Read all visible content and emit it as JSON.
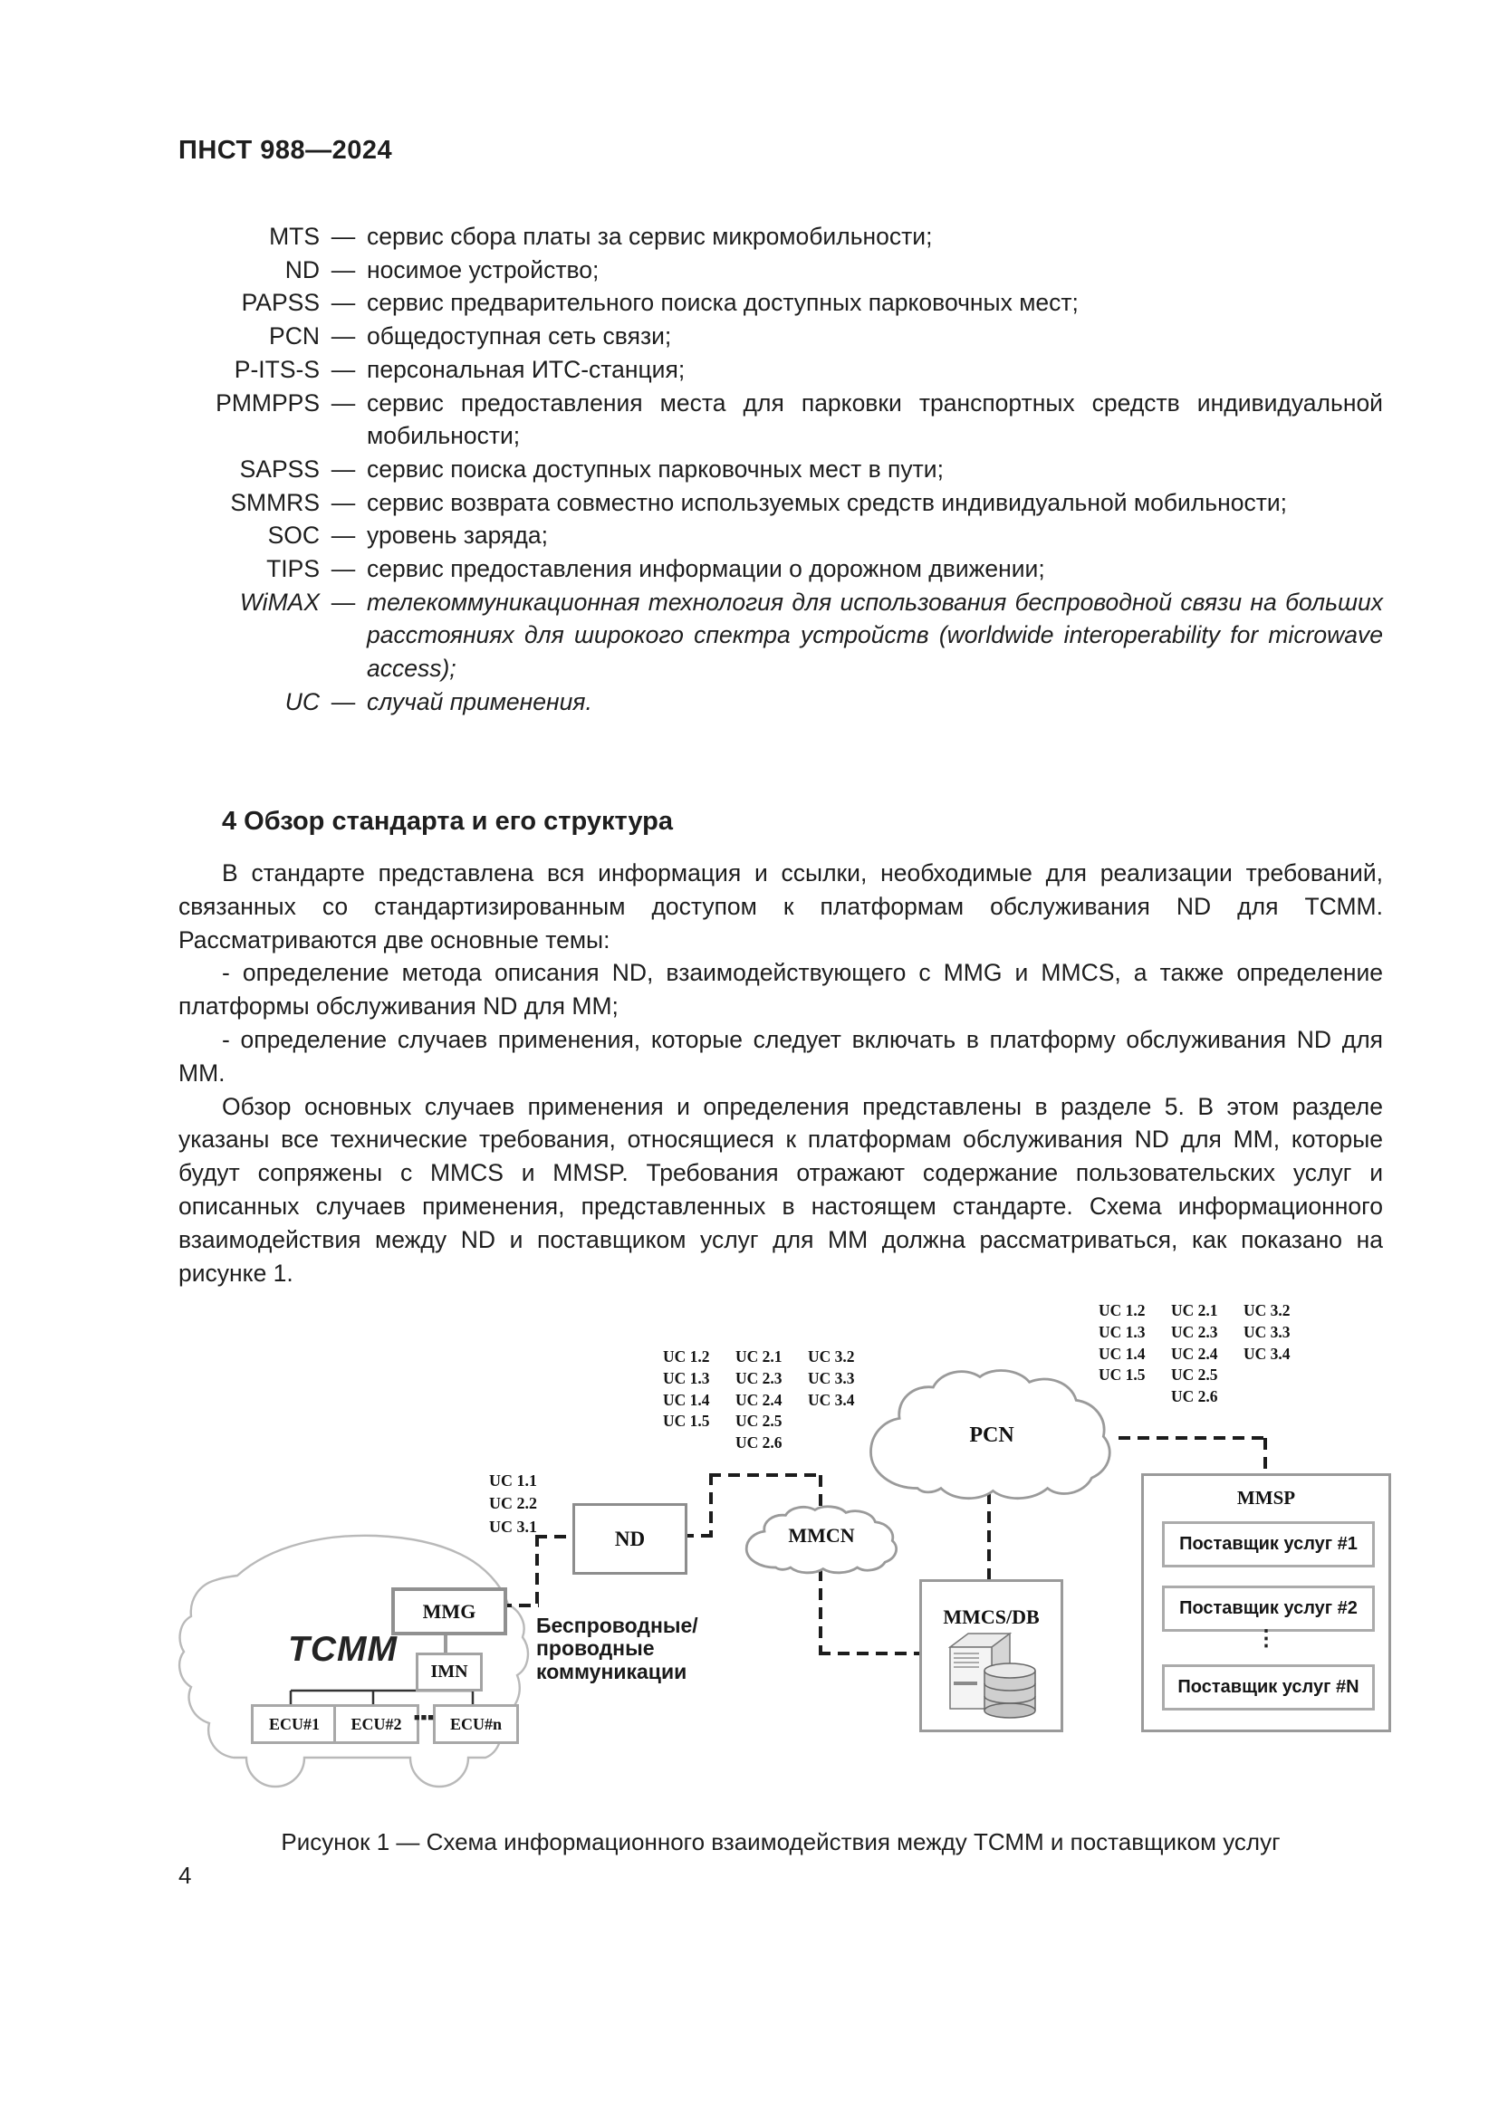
{
  "page": {
    "standard_code": "ПНСТ 988—2024",
    "page_number": "4"
  },
  "list_separator": "—",
  "abbreviations": [
    {
      "term": "MTS",
      "def": "сервис сбора платы за сервис микромобильности;",
      "italic": false
    },
    {
      "term": "ND",
      "def": "носимое устройство;",
      "italic": false
    },
    {
      "term": "PAPSS",
      "def": "сервис предварительного поиска доступных парковочных мест;",
      "italic": false
    },
    {
      "term": "PCN",
      "def": "общедоступная сеть связи;",
      "italic": false
    },
    {
      "term": "P-ITS-S",
      "def": "персональная ИТС-станция;",
      "italic": false
    },
    {
      "term": "PMMPPS",
      "def": "сервис предоставления места для парковки транспортных средств индивидуальной мобильности;",
      "italic": false
    },
    {
      "term": "SAPSS",
      "def": "сервис поиска доступных парковочных мест в пути;",
      "italic": false
    },
    {
      "term": "SMMRS",
      "def": "сервис возврата совместно используемых средств индивидуальной мобильности;",
      "italic": false
    },
    {
      "term": "SOC",
      "def": "уровень заряда;",
      "italic": false
    },
    {
      "term": "TIPS",
      "def": "сервис предоставления информации о дорожном движении;",
      "italic": false
    },
    {
      "term": "WiMAX",
      "def": "телекоммуникационная технология для использования беспроводной связи на больших расстояниях для широкого спектра устройств (worldwide interoperability for microwave access);",
      "italic": true
    },
    {
      "term": "UC",
      "def": "случай применения.",
      "italic": true
    }
  ],
  "section": {
    "heading": "4 Обзор стандарта и его структура",
    "paragraphs": [
      "В стандарте представлена вся информация и ссылки, необходимые для реализации требований, связанных со стандартизированным доступом к платформам обслуживания ND для ТСММ. Рассматриваются две основные темы:",
      "- определение метода описания ND, взаимодействующего с MMG и MMCS, а также определение платформы обслуживания ND для ММ;",
      "- определение случаев применения, которые следует включать в платформу обслуживания ND для ММ.",
      "Обзор основных случаев применения и определения представлены в разделе 5. В этом разделе указаны все технические требования, относящиеся к платформам обслуживания ND для ММ, которые будут сопряжены с MMCS и MMSP. Требования отражают содержание пользовательских услуг и описанных случаев применения, представленных в настоящем стандарте. Схема информационного взаимодействия между ND и поставщиком услуг для ММ должна рассматриваться, как показано на рисунке 1."
    ]
  },
  "figure": {
    "caption": "Рисунок 1 — Схема информационного взаимодействия между ТСММ и поставщиком услуг",
    "uc_near_nd_left": [
      "UC 1.1",
      "UC 2.2",
      "UC 3.1"
    ],
    "uc_mid_columns": [
      [
        "UC 1.2",
        "UC 1.3",
        "UC 1.4",
        "UC 1.5"
      ],
      [
        "UC 2.1",
        "UC 2.3",
        "UC 2.4",
        "UC 2.5",
        "UC 2.6"
      ],
      [
        "UC 3.2",
        "UC 3.3",
        "UC 3.4"
      ]
    ],
    "uc_right_columns": [
      [
        "UC 1.2",
        "UC 1.3",
        "UC 1.4",
        "UC 1.5"
      ],
      [
        "UC 2.1",
        "UC 2.3",
        "UC 2.4",
        "UC 2.5",
        "UC 2.6"
      ],
      [
        "UC 3.2",
        "UC 3.3",
        "UC 3.4"
      ]
    ],
    "comm_label_lines": [
      "Беспроводные/",
      "проводные",
      "коммуникации"
    ],
    "nodes": {
      "nd": "ND",
      "mmcn": "MMCN",
      "pcn": "PCN",
      "mmg": "MMG",
      "imn": "IMN",
      "tcmm": "ТСММ",
      "ecu": [
        "ECU#1",
        "ECU#2",
        "ECU#n"
      ],
      "ecu_dots": "■■■",
      "mmcs": "MMCS/DB",
      "mmsp": "MMSP",
      "providers": [
        "Поставщик услуг #1",
        "Поставщик услуг #2",
        "Поставщик услуг #N"
      ],
      "providers_dots": "⋮"
    },
    "colors": {
      "box_border": "#9a9a9a",
      "cloud_stroke": "#9a9a9a",
      "dash_line": "#1c1c1c",
      "car_outline": "#b9b9b9"
    }
  }
}
